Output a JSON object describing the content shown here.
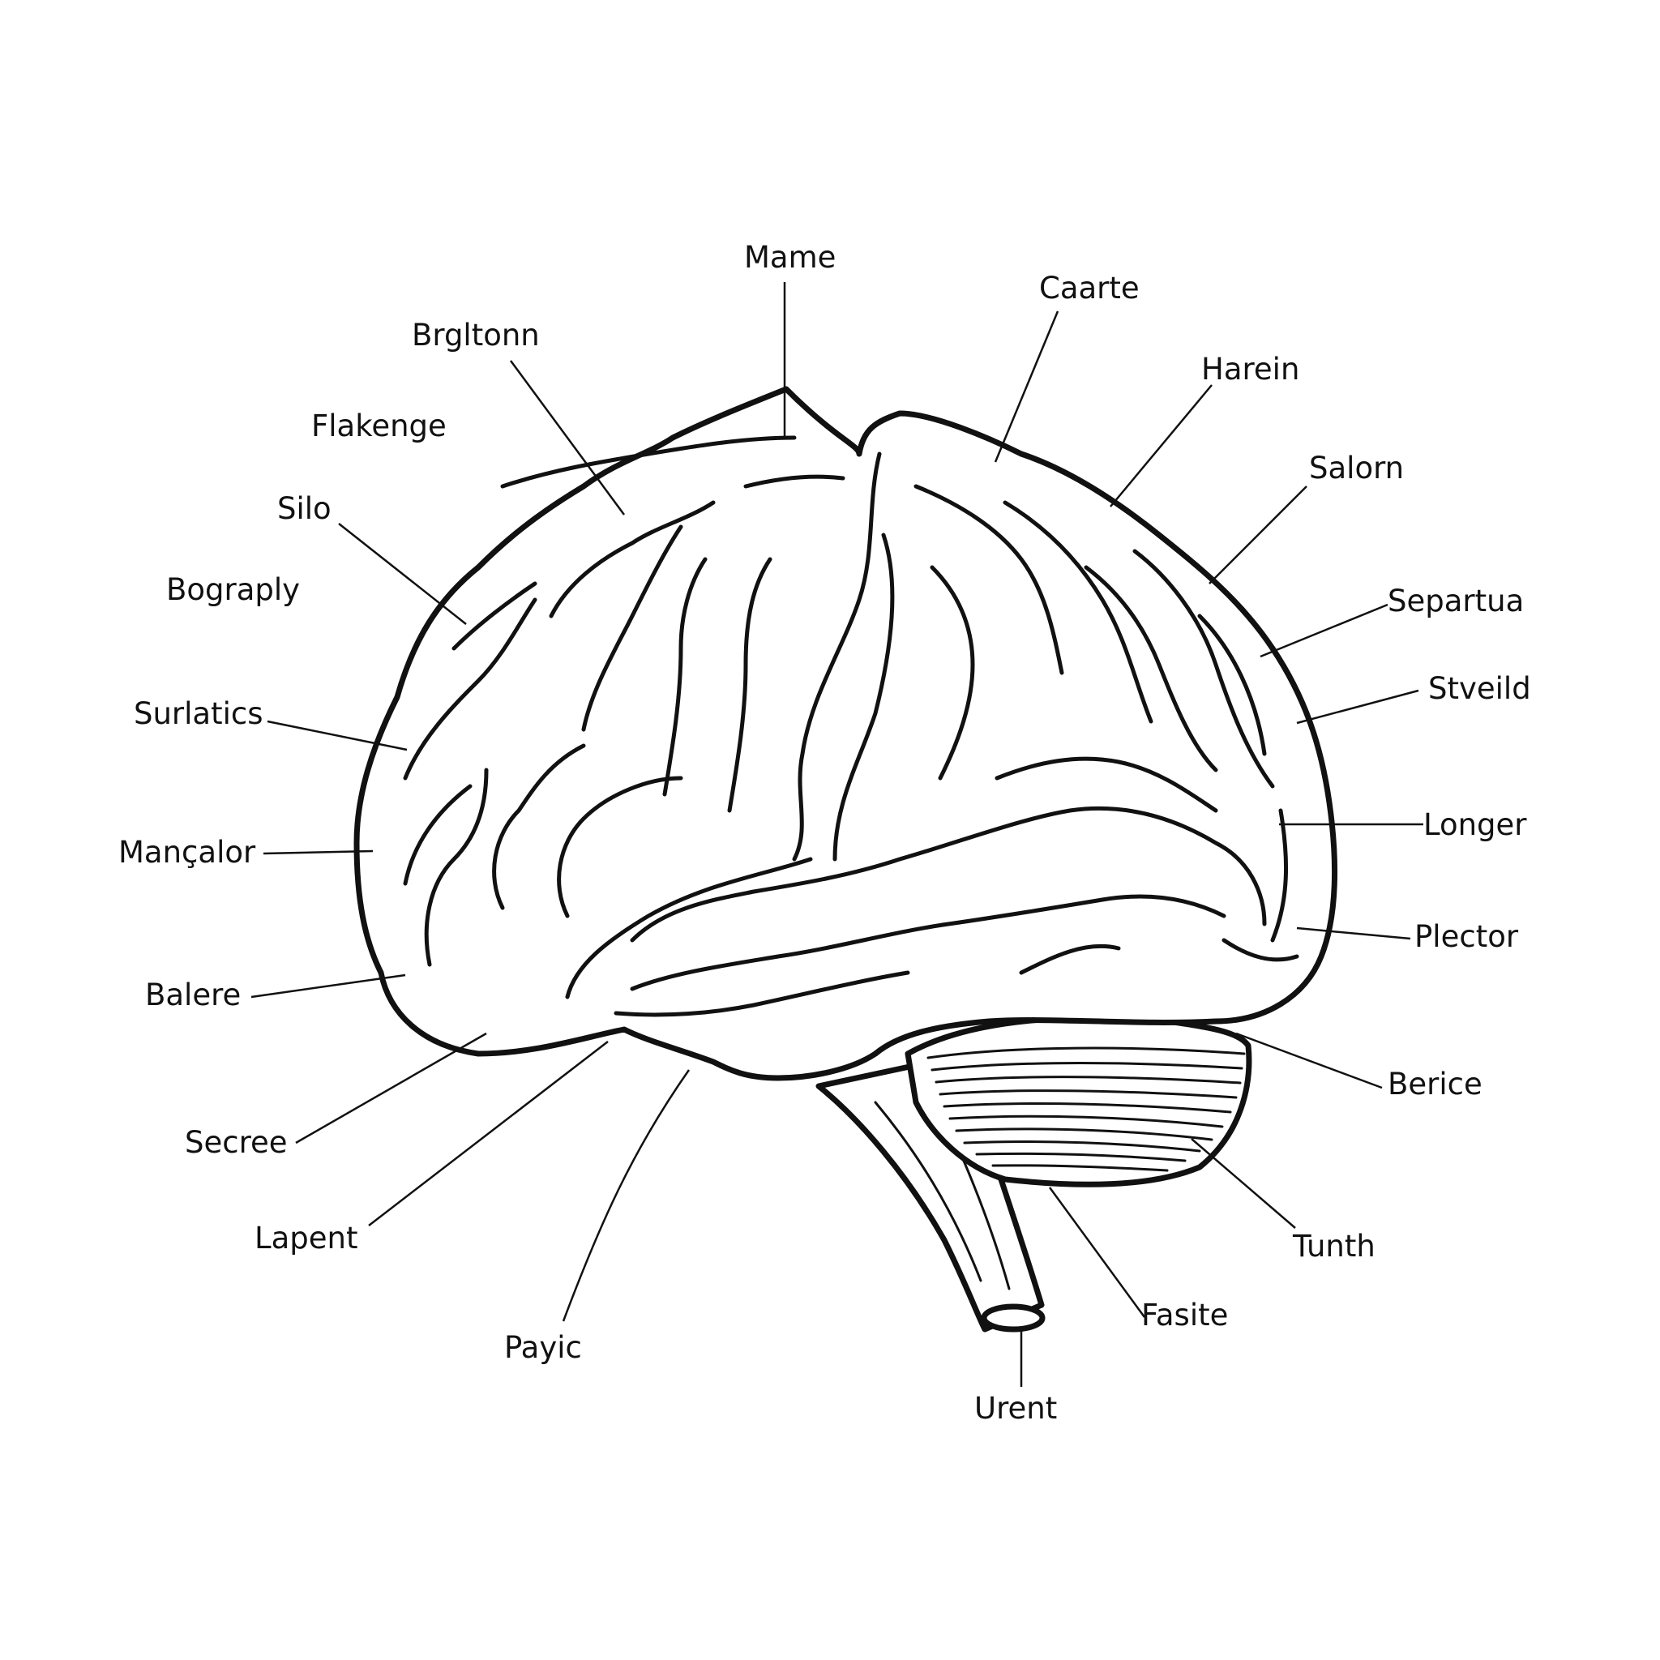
{
  "labels": {
    "mame": "Mame",
    "caarte": "Caarte",
    "brgltonn": "Brgltonn",
    "harein": "Harein",
    "flakenge": "Flakenge",
    "salorn": "Salorn",
    "silo": "Silo",
    "bograply": "Bograply",
    "separtua": "Separtua",
    "stveild": "Stveild",
    "surlatics": "Surlatics",
    "longer": "Longer",
    "mancalor": "Mançalor",
    "plector": "Plector",
    "balere": "Balere",
    "berice": "Berice",
    "secree": "Secree",
    "tunth": "Tunth",
    "lapent": "Lapent",
    "fasite": "Fasite",
    "payic": "Payic",
    "urent": "Urent"
  }
}
